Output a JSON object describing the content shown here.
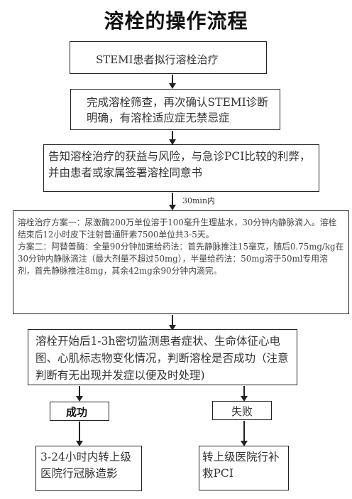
{
  "title": "溶栓的操作流程",
  "steps": {
    "s1": "STEMI患者拟行溶栓治疗",
    "s2": "完成溶栓筛查，再次确认STEMI诊断明确，有溶栓适应症无禁忌症",
    "s3": "告知溶栓治疗的获益与风险，与急诊PCI比较的利弊，并由患者或家属签署溶栓同意书",
    "time_note": "30min内",
    "s4_plan1": "溶栓治疗方案一：尿激酶200万单位溶于100毫升生理盐水，30分钟内静脉滴入。溶栓结束后12小时皮下注射普通肝素7500单位共3-5天。",
    "s4_plan2": "方案二：阿替普酶：全量90分钟加速给药法：首先静脉推注15毫克，随后0.75mg/kg在30分钟内静脉滴注（最大剂量不超过50mg），半量给药法：50mg溶于50ml专用溶剂，首先静脉推注8mg，其余42mg余90分钟内滴完。",
    "s5": "溶栓开始后1-3h密切监测患者症状、生命体征心电图、心肌标志物变化情况，判断溶栓是否成功（注意判断有无出现并发症以便及时处理)",
    "success": "成功",
    "fail": "失败",
    "success_action": "3-24小时内转上级医院行冠脉造影",
    "fail_action": "转上级医院行补救PCI"
  }
}
